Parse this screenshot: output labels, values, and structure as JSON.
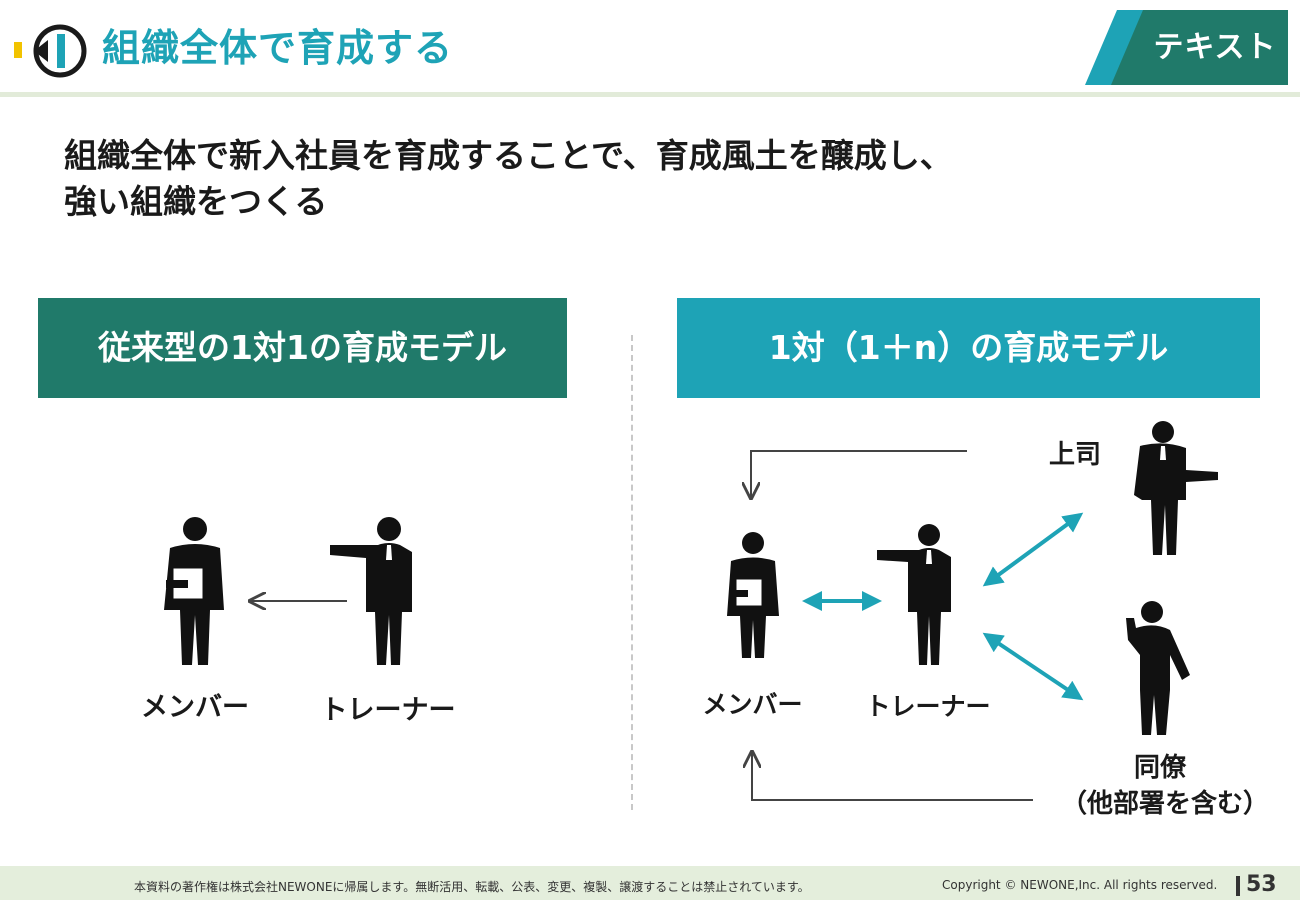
{
  "header": {
    "title": "組織全体で育成する",
    "tag_label": "テキスト",
    "colors": {
      "title": "#1ea3b6",
      "tag_green": "#207a6a",
      "tag_teal": "#1ea3b6",
      "logo_yellow": "#f2c300"
    }
  },
  "lead": {
    "line1": "組織全体で新入社員を育成することで、育成風土を醸成し、",
    "line2": "強い組織をつくる"
  },
  "left_model": {
    "heading": "従来型の1対1の育成モデル",
    "member_label": "メンバー",
    "trainer_label": "トレーナー",
    "color": "#207a6a"
  },
  "right_model": {
    "heading": "1対（1＋n）の育成モデル",
    "member_label": "メンバー",
    "trainer_label": "トレーナー",
    "boss_label": "上司",
    "colleague_label": "同僚",
    "colleague_sub": "（他部署を含む）",
    "color": "#1ea3b6",
    "arrow_color": "#1ea3b6"
  },
  "footer": {
    "notice": "本資料の著作権は株式会社NEWONEに帰属します。無断活用、転載、公表、変更、複製、譲渡することは禁止されています。",
    "copyright": "Copyright © NEWONE,Inc. All rights reserved.",
    "page_number": "53"
  }
}
